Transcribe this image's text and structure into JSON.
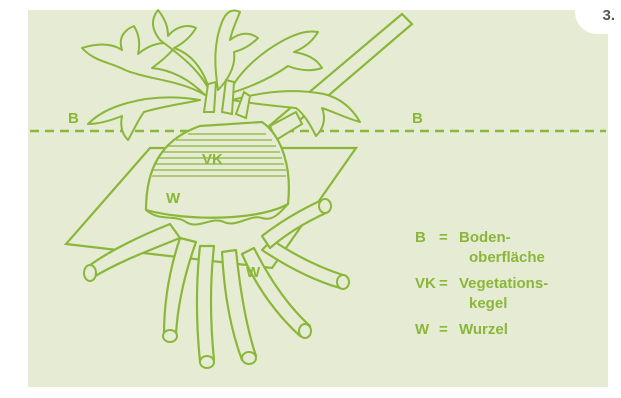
{
  "figure_number": "3.",
  "labels": {
    "B_left": "B",
    "B_right": "B",
    "VK": "VK",
    "W_left": "W",
    "W_right": "W"
  },
  "legend": [
    {
      "key": "B",
      "eq": "=",
      "line1": "Boden-",
      "line2": "oberfläche"
    },
    {
      "key": "VK",
      "eq": "=",
      "line1": "Vegetations-",
      "line2": "kegel"
    },
    {
      "key": "W",
      "eq": "=",
      "line1": "Wurzel",
      "line2": ""
    }
  ],
  "colors": {
    "background": "#e6ecd3",
    "accent": "#8ab63a",
    "badge_text": "#555b4d"
  }
}
